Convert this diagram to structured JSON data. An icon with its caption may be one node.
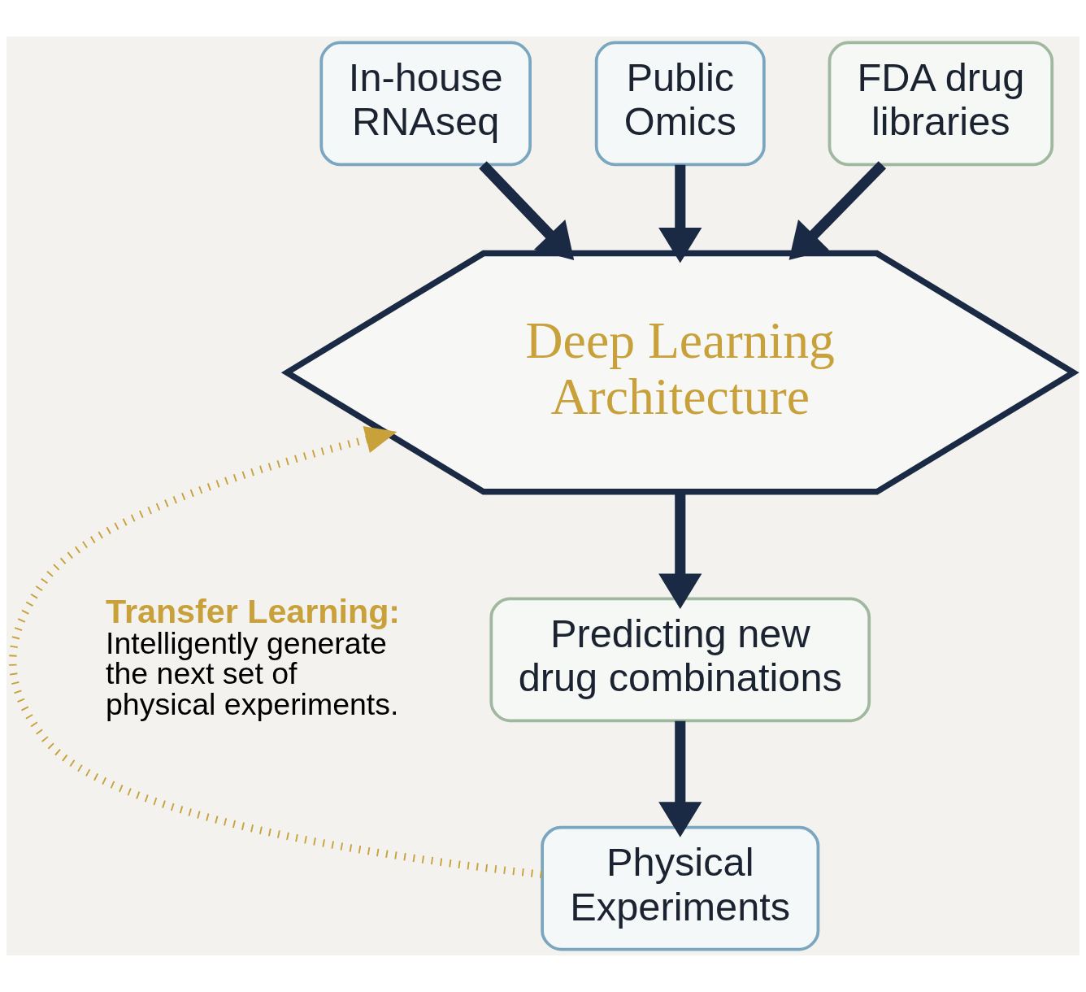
{
  "diagram": {
    "nodes": [
      {
        "text": [
          "In-house RNAseq"
        ]
      },
      {
        "text": [
          "Public Omics"
        ]
      },
      {
        "text": [
          "FDA drug libraries"
        ]
      },
      {
        "text": [
          "Deep Learning Architecture"
        ]
      },
      {
        "text": [
          "Predicting new drug combinations"
        ]
      },
      {
        "text": [
          "Physical Experiments"
        ]
      }
    ],
    "edges": [
      {
        "from": 0,
        "to": 3,
        "arrow": "to"
      },
      {
        "from": 1,
        "to": 3,
        "arrow": "to"
      },
      {
        "from": 2,
        "to": 3,
        "arrow": "to"
      },
      {
        "from": 3,
        "to": 4,
        "arrow": "to"
      },
      {
        "from": 4,
        "to": 5,
        "arrow": "to"
      },
      {
        "from": 5,
        "to": 3,
        "arrow": "to",
        "style": "dashed",
        "color": "#c9a13b"
      }
    ],
    "labels": [
      "Transfer Learning:",
      "Intelligently generate the next set of physical experiments."
    ]
  }
}
